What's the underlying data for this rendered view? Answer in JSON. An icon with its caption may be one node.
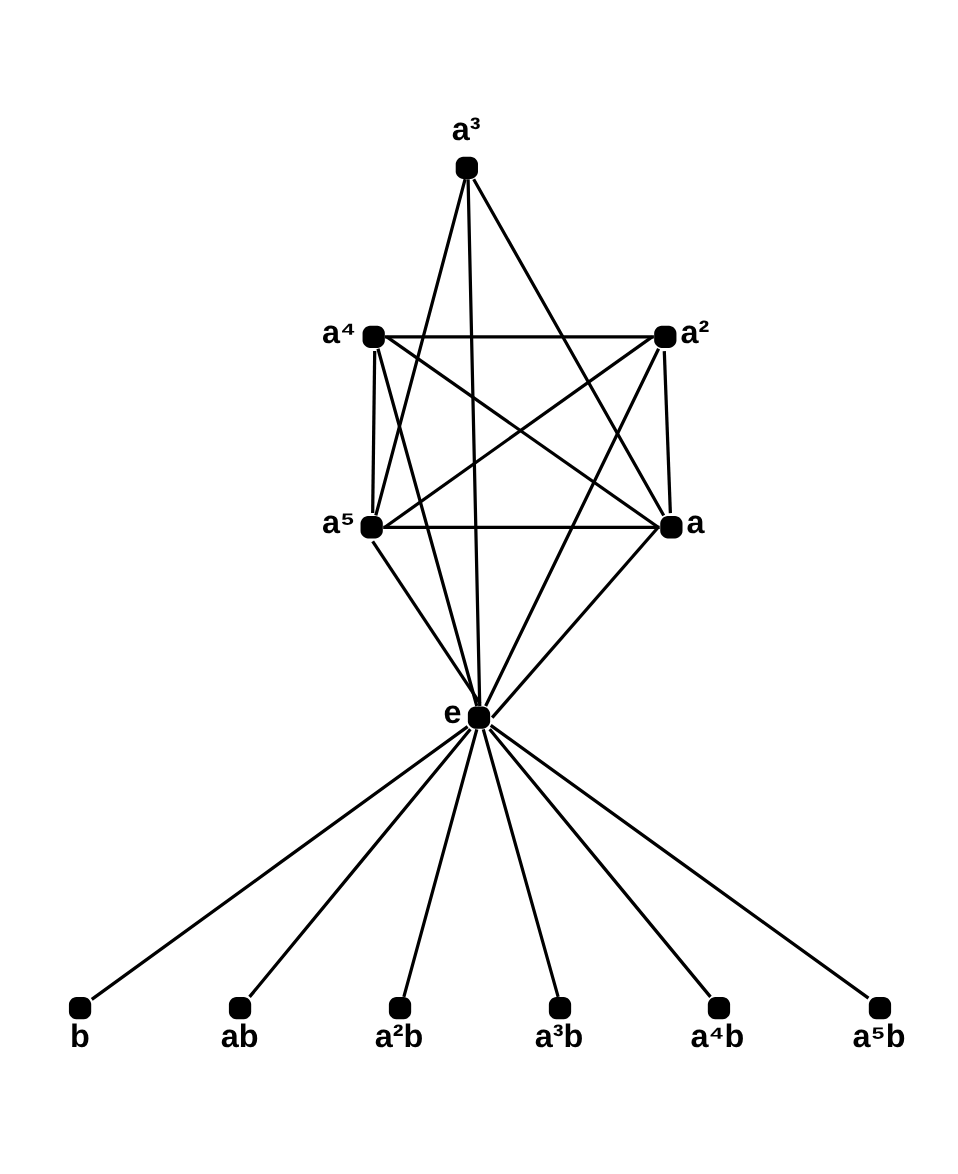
{
  "diagram": {
    "nodes": [
      {
        "text": [],
        "shape": "circle",
        "beside": [
          "a³"
        ]
      },
      {
        "text": [],
        "shape": "circle",
        "beside": [
          "a⁴"
        ]
      },
      {
        "text": [],
        "shape": "circle",
        "beside": [
          "a²"
        ]
      },
      {
        "text": [],
        "shape": "circle",
        "beside": [
          "a⁵"
        ]
      },
      {
        "text": [],
        "shape": "circle",
        "beside": [
          "a"
        ]
      },
      {
        "text": [],
        "shape": "circle",
        "beside": [
          "e"
        ]
      },
      {
        "text": [],
        "shape": "circle",
        "beside": [
          "b"
        ]
      },
      {
        "text": [],
        "shape": "circle",
        "beside": [
          "ab"
        ]
      },
      {
        "text": [],
        "shape": "circle",
        "beside": [
          "a²b"
        ]
      },
      {
        "text": [],
        "shape": "circle",
        "beside": [
          "a³b"
        ]
      },
      {
        "text": [],
        "shape": "circle",
        "beside": [
          "a⁴b"
        ]
      },
      {
        "text": [],
        "shape": "circle",
        "beside": [
          "a⁵b"
        ]
      }
    ],
    "edges": [
      {
        "from": 0,
        "to": 3,
        "arrow": "none"
      },
      {
        "from": 0,
        "to": 5,
        "arrow": "none"
      },
      {
        "from": 0,
        "to": 4,
        "arrow": "none"
      },
      {
        "from": 1,
        "to": 2,
        "arrow": "none"
      },
      {
        "from": 1,
        "to": 3,
        "arrow": "none"
      },
      {
        "from": 1,
        "to": 5,
        "arrow": "none"
      },
      {
        "from": 1,
        "to": 4,
        "arrow": "none"
      },
      {
        "from": 2,
        "to": 3,
        "arrow": "none"
      },
      {
        "from": 2,
        "to": 5,
        "arrow": "none"
      },
      {
        "from": 2,
        "to": 4,
        "arrow": "none"
      },
      {
        "from": 3,
        "to": 4,
        "arrow": "none"
      },
      {
        "from": 3,
        "to": 5,
        "arrow": "none"
      },
      {
        "from": 4,
        "to": 5,
        "arrow": "none"
      },
      {
        "from": 5,
        "to": 6,
        "arrow": "none"
      },
      {
        "from": 5,
        "to": 7,
        "arrow": "none"
      },
      {
        "from": 5,
        "to": 8,
        "arrow": "none"
      },
      {
        "from": 5,
        "to": 9,
        "arrow": "none"
      },
      {
        "from": 5,
        "to": 10,
        "arrow": "none"
      },
      {
        "from": 5,
        "to": 11,
        "arrow": "none"
      }
    ]
  }
}
